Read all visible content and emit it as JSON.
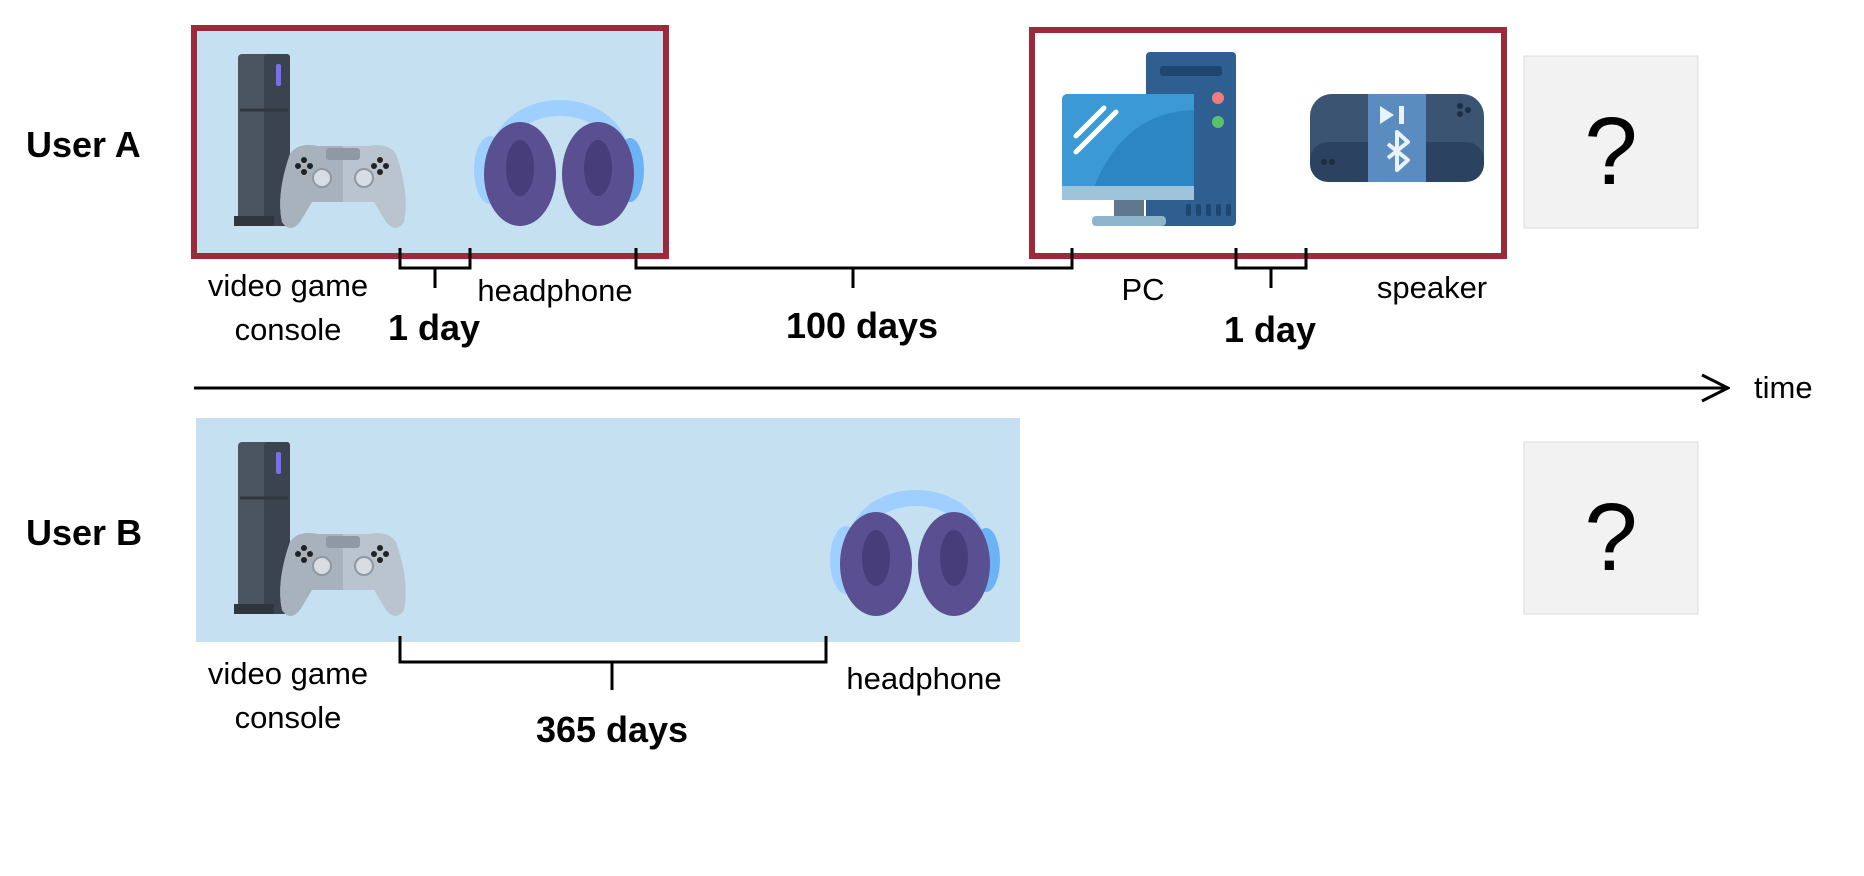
{
  "users": [
    {
      "label": "User A",
      "items": [
        {
          "name_line1": "video game",
          "name_line2": "console",
          "icon": "game-console-icon"
        },
        {
          "name_line1": "headphone",
          "icon": "headphone-icon"
        },
        {
          "name_line1": "PC",
          "icon": "pc-icon"
        },
        {
          "name_line1": "speaker",
          "icon": "speaker-icon"
        }
      ],
      "gaps": [
        "1 day",
        "100 days",
        "1 day"
      ],
      "next": "?"
    },
    {
      "label": "User B",
      "items": [
        {
          "name_line1": "video game",
          "name_line2": "console",
          "icon": "game-console-icon"
        },
        {
          "name_line1": "headphone",
          "icon": "headphone-icon"
        }
      ],
      "gaps": [
        "365 days"
      ],
      "next": "?"
    }
  ],
  "time_axis_label": "time",
  "colors": {
    "session_fill": "#c5e1f1",
    "session_border": "#9b2a3a",
    "unknown_box": "#f2f2f2",
    "axis": "#000000"
  }
}
